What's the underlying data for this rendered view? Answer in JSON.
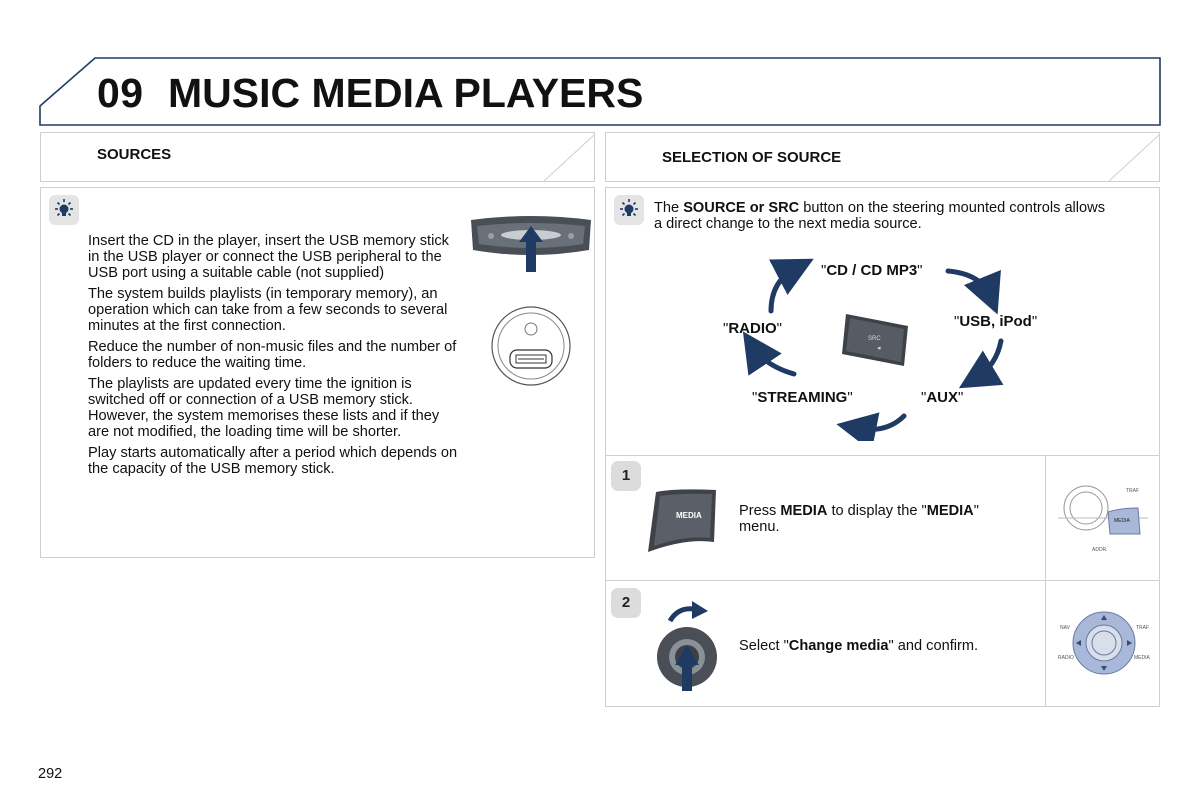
{
  "header": {
    "chapter_number": "09",
    "chapter_title": "MUSIC MEDIA PLAYERS"
  },
  "sources": {
    "heading": "SOURCES",
    "paragraphs": [
      "Insert the CD in the player, insert the USB memory stick in the USB player or connect the USB peripheral to the USB port using a suitable cable (not supplied)",
      "The system builds playlists (in temporary memory), an operation which can take from a few seconds to several minutes at the first connection.",
      "Reduce the number of non-music files and the number of folders to reduce the waiting time.",
      "The playlists are updated every time the ignition is switched off or connection of a USB memory stick. However, the system memorises these lists and if they are not modified, the loading time will be shorter.",
      "Play starts automatically after a period which depends on the capacity of the USB memory stick."
    ]
  },
  "selection": {
    "heading": "SELECTION OF SOURCE",
    "intro_before": "The ",
    "intro_bold": "SOURCE or SRC",
    "intro_after": " button on the steering mounted controls allows a direct change to the next media source.",
    "cycle": {
      "cd": "CD / CD MP3",
      "usb": "USB, iPod",
      "aux": "AUX",
      "streaming": "STREAMING",
      "radio": "RADIO"
    },
    "src_button_text": "SRC"
  },
  "steps": [
    {
      "number": "1",
      "text_before": "Press ",
      "bold1": "MEDIA",
      "text_mid": " to display the \"",
      "bold2": "MEDIA",
      "text_after": "\" menu.",
      "button_label": "MEDIA"
    },
    {
      "number": "2",
      "text_before": "Select \"",
      "bold1": "Change media",
      "text_after": "\" and confirm."
    }
  ],
  "panel_labels": {
    "traf": "TRAF",
    "media": "MEDIA",
    "addr": "ADDR.",
    "nav": "NAV",
    "radio": "RADIO"
  },
  "page_number": "292",
  "colors": {
    "arrow_blue": "#1f3b63",
    "frame_blue": "#1f3b63",
    "box_border": "#cfcfcf"
  }
}
